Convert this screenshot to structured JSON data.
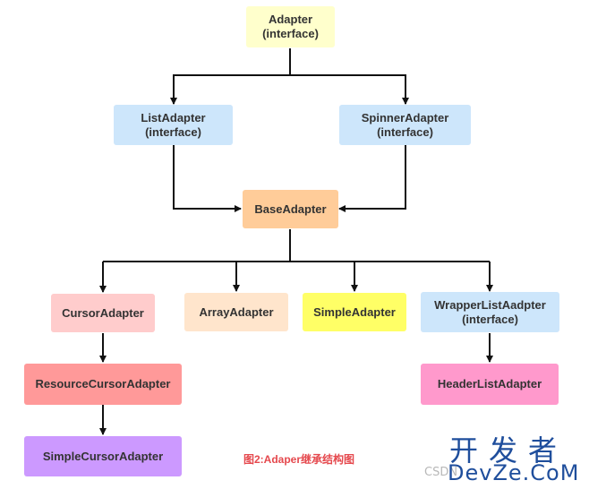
{
  "nodes": {
    "adapter": {
      "name": "Adapter",
      "note": "(interface)",
      "color": "#ffffcc"
    },
    "list_adapter": {
      "name": "ListAdapter",
      "note": "(interface)",
      "color": "#cde6fb"
    },
    "spinner_adapter": {
      "name": "SpinnerAdapter",
      "note": "(interface)",
      "color": "#cde6fb"
    },
    "base_adapter": {
      "name": "BaseAdapter",
      "color": "#ffcc99"
    },
    "cursor_adapter": {
      "name": "CursorAdapter",
      "color": "#ffcccc"
    },
    "array_adapter": {
      "name": "ArrayAdapter",
      "color": "#ffe5cc"
    },
    "simple_adapter": {
      "name": "SimpleAdapter",
      "color": "#ffff66"
    },
    "wrapper_list_adapter": {
      "name": "WrapperListAadpter",
      "note": "(interface)",
      "color": "#cde6fb"
    },
    "resource_cursor_adapter": {
      "name": "ResourceCursorAdapter",
      "color": "#ff9999"
    },
    "header_list_adapter": {
      "name": "HeaderListAdapter",
      "color": "#ff99cc"
    },
    "simple_cursor_adapter": {
      "name": "SimpleCursorAdapter",
      "color": "#cc99ff"
    }
  },
  "caption": "图2:Adaper继承结构图",
  "watermark": {
    "cn": "开发者",
    "en": "DevZe.CoM",
    "csdn": "CSDN"
  }
}
